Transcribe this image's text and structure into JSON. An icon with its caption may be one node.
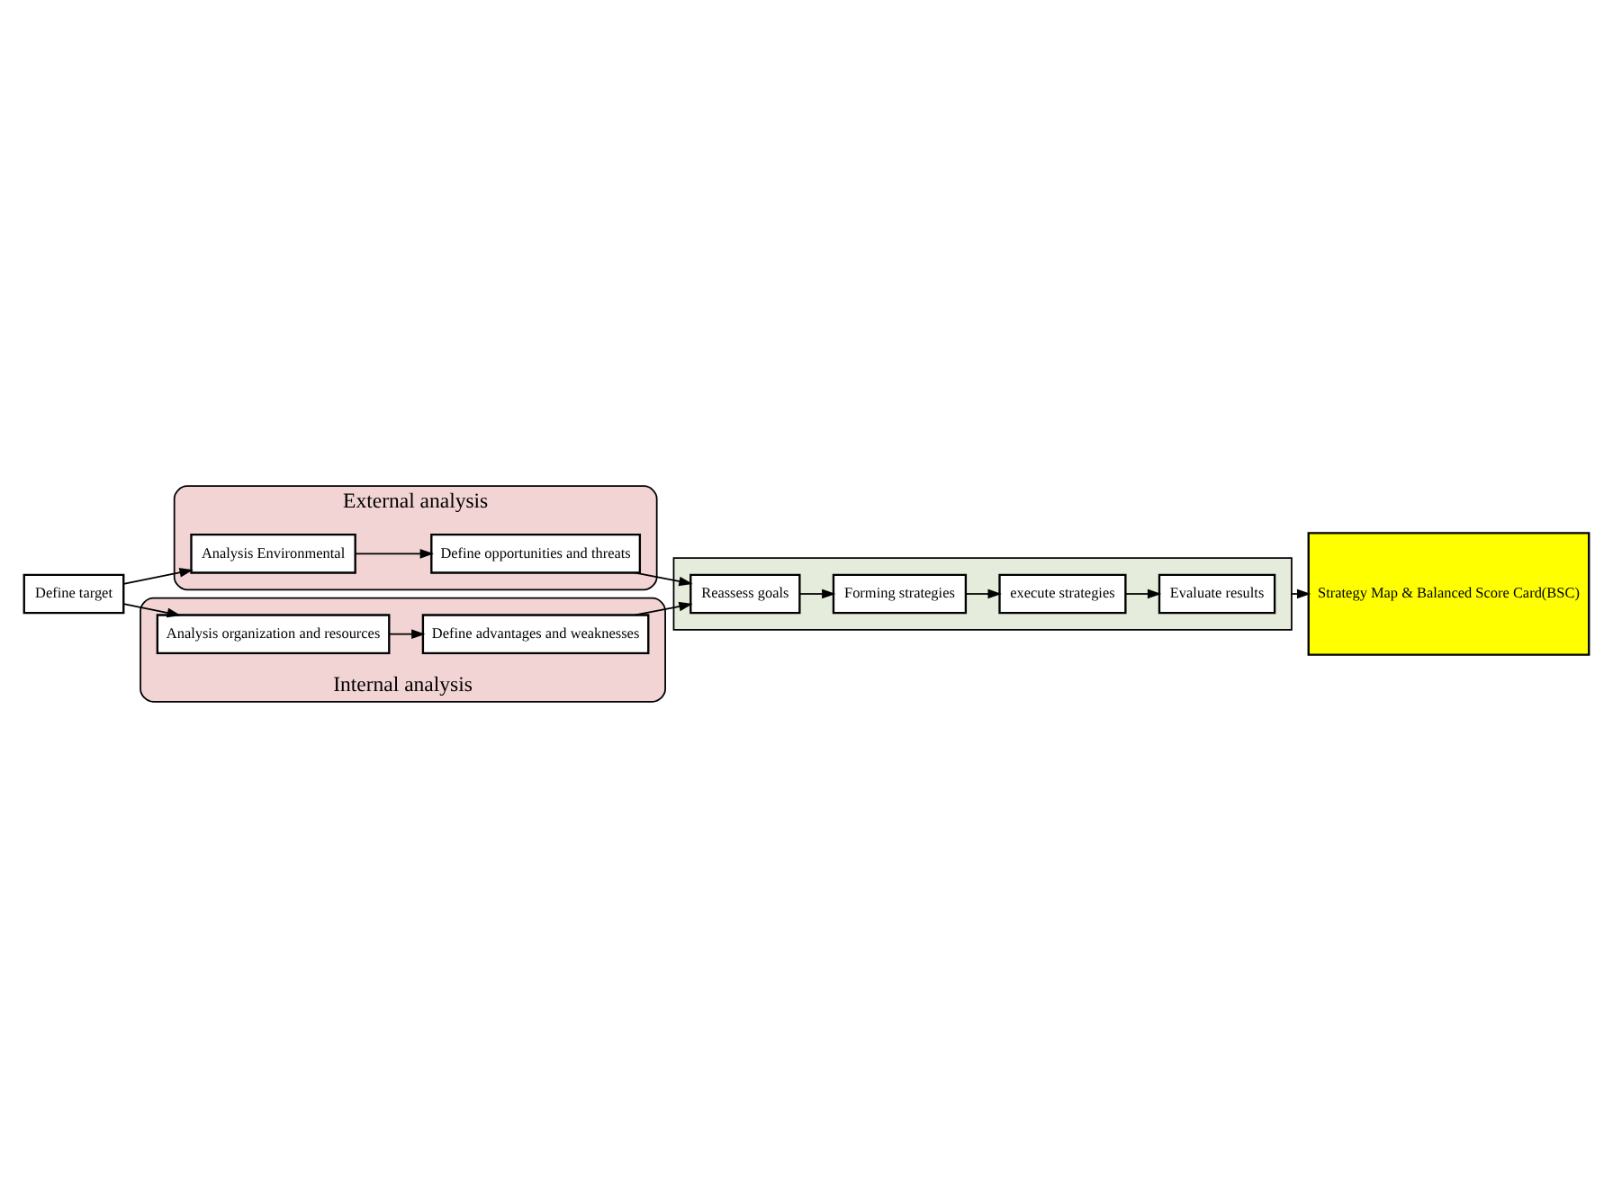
{
  "diagram": {
    "nodes": [
      {
        "text": [
          "Define target"
        ]
      },
      {
        "text": [
          "External analysis"
        ]
      },
      {
        "text": [
          "Analysis Environmental"
        ],
        "in": 1
      },
      {
        "text": [
          "Define opportunities and threats"
        ],
        "in": 1
      },
      {
        "text": [
          "Internal analysis"
        ]
      },
      {
        "text": [
          "Analysis organization and resources"
        ],
        "in": 4
      },
      {
        "text": [
          "Define advantages and weaknesses"
        ],
        "in": 4
      },
      {
        "text": [],
        "shape": "box"
      },
      {
        "text": [
          "Reassess goals"
        ],
        "in": 7
      },
      {
        "text": [
          "Forming strategies"
        ],
        "in": 7
      },
      {
        "text": [
          "execute strategies"
        ],
        "in": 7
      },
      {
        "text": [
          "Evaluate results"
        ],
        "in": 7
      },
      {
        "text": [
          "Strategy Map & Balanced Score Card(BSC)"
        ]
      }
    ],
    "edges": [
      {
        "from": 0,
        "to": 2,
        "arrow": "to"
      },
      {
        "from": 0,
        "to": 5,
        "arrow": "to"
      },
      {
        "from": 2,
        "to": 3,
        "arrow": "to"
      },
      {
        "from": 5,
        "to": 6,
        "arrow": "to"
      },
      {
        "from": 3,
        "to": 8,
        "arrow": "to"
      },
      {
        "from": 6,
        "to": 8,
        "arrow": "to"
      },
      {
        "from": 8,
        "to": 9,
        "arrow": "to"
      },
      {
        "from": 9,
        "to": 10,
        "arrow": "to"
      },
      {
        "from": 10,
        "to": 11,
        "arrow": "to"
      },
      {
        "from": 7,
        "to": 12,
        "arrow": "to"
      }
    ]
  }
}
